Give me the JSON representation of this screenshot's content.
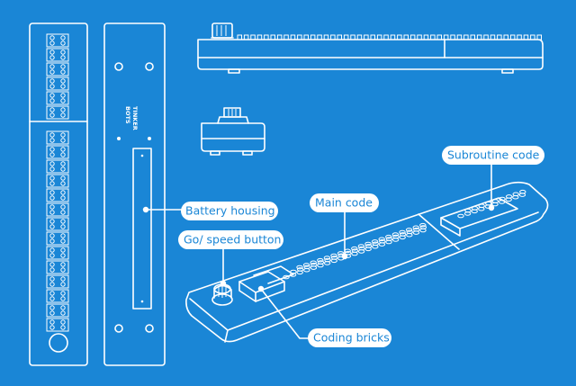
{
  "logo": {
    "line1": "TINKER",
    "line2": "BOTS"
  },
  "callouts": {
    "battery_housing": "Battery housing",
    "go_speed_button": "Go/ speed button",
    "main_code": "Main code",
    "subroutine_code": "Subroutine code",
    "coding_bricks": "Coding bricks"
  },
  "colors": {
    "background": "#1a86d6",
    "line": "#ffffff"
  }
}
